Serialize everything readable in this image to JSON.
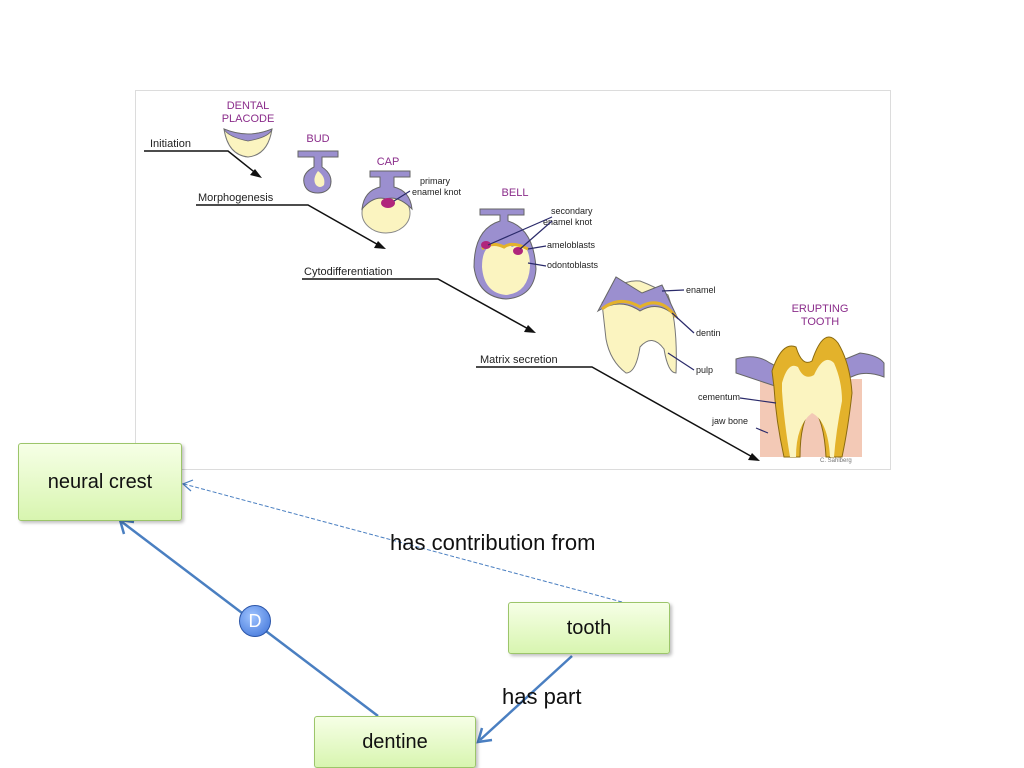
{
  "figure": {
    "stages": {
      "dental_placode": [
        "DENTAL",
        "PLACODE"
      ],
      "bud": "BUD",
      "cap": "CAP",
      "bell": "BELL",
      "erupting_tooth": [
        "ERUPTING",
        "TOOTH"
      ]
    },
    "phases": {
      "initiation": "Initiation",
      "morphogenesis": "Morphogenesis",
      "cytodifferentiation": "Cytodifferentiation",
      "matrix_secretion": "Matrix secretion"
    },
    "annotations": {
      "primary_enamel_knot": [
        "primary",
        "enamel knot"
      ],
      "secondary_enamel_knot": [
        "secondary",
        "enamel knot"
      ],
      "ameloblasts": "ameloblasts",
      "odontoblasts": "odontoblasts",
      "enamel": "enamel",
      "dentin": "dentin",
      "pulp": "pulp",
      "cementum": "cementum",
      "jaw_bone": "jaw bone"
    },
    "credit": "C. Sahlberg"
  },
  "nodes": {
    "neural_crest": "neural crest",
    "tooth": "tooth",
    "dentine": "dentine"
  },
  "edges": {
    "has_contribution_from": "has contribution from",
    "has_part": "has part",
    "badge": "D"
  },
  "colors": {
    "stage_label": "#8b2d8b",
    "epithelium": "#9b8fcf",
    "mesenchyme": "#fbf4c0",
    "enamel_knot": "#b0257c",
    "enamel_gold": "#e3b22b",
    "bone_pink": "#f3c9b6",
    "edge_blue": "#4a7fc1",
    "node_green": "#d8f5b0"
  }
}
